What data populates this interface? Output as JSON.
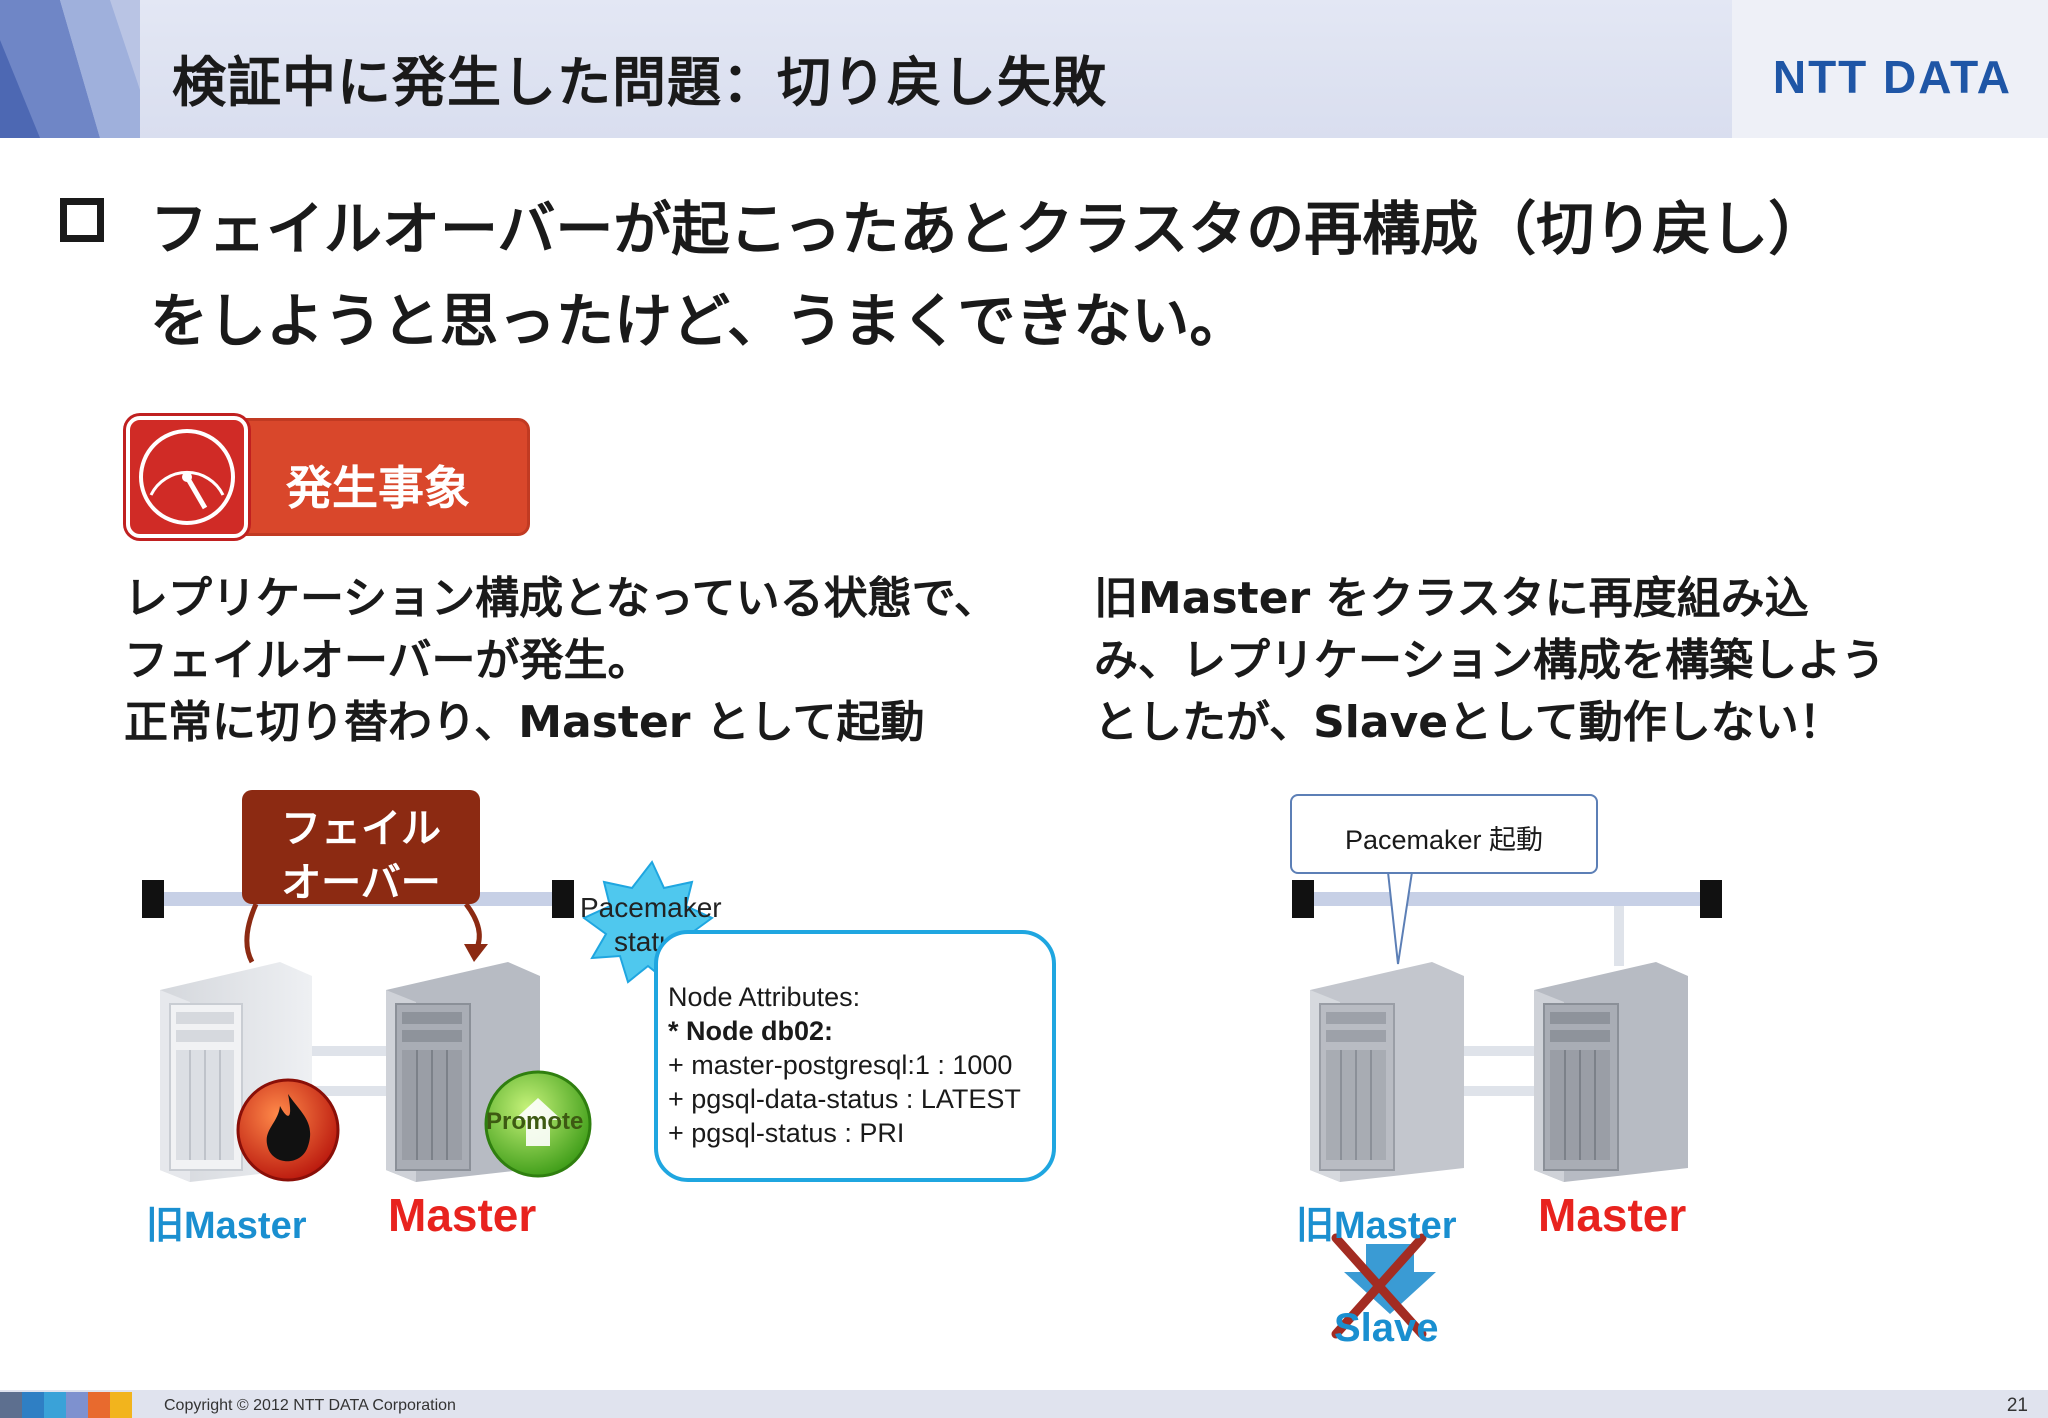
{
  "header": {
    "title": "検証中に発生した問題：切り戻し失敗",
    "logo_text": "NTT DATA"
  },
  "statement": {
    "line1": "フェイルオーバーが起こったあとクラスタの再構成（切り戻し）",
    "line2": "をしようと思ったけど、うまくできない。"
  },
  "badge": {
    "label": "発生事象"
  },
  "left_description": {
    "lines": [
      "レプリケーション構成となっている状態で、",
      "フェイルオーバーが発生。",
      "正常に切り替わり、Master として起動"
    ]
  },
  "right_description": {
    "lines": [
      "旧Master をクラスタに再度組み込",
      "み、レプリケーション構成を構築しよう",
      "としたが、Slaveとして動作しない！"
    ]
  },
  "left_diagram": {
    "failover_line1": "フェイル",
    "failover_line2": "オーバー",
    "old_master_label": "旧Master",
    "master_label": "Master",
    "promote_label": "Promote",
    "pacemaker_status_line1": "Pacemaker",
    "pacemaker_status_line2": "status",
    "status_lines": [
      "Node Attributes:",
      "* Node db02:",
      "+ master-postgresql:1 : 1000",
      "+ pgsql-data-status : LATEST",
      "+ pgsql-status : PRI"
    ]
  },
  "right_diagram": {
    "callout": "Pacemaker 起動",
    "old_master_label": "旧Master",
    "master_label": "Master",
    "slave_label": "Slave"
  },
  "footer": {
    "copyright": "Copyright © 2012 NTT DATA Corporation",
    "page_number": "21"
  },
  "colors": {
    "title_text": "#1a1a1a",
    "brand_blue": "#1f56a6",
    "badge_red": "#d9472b",
    "failover_brown": "#8c2a12",
    "old_master_blue": "#1a8fd0",
    "master_red": "#e8231e",
    "status_border": "#1fa6e0"
  }
}
